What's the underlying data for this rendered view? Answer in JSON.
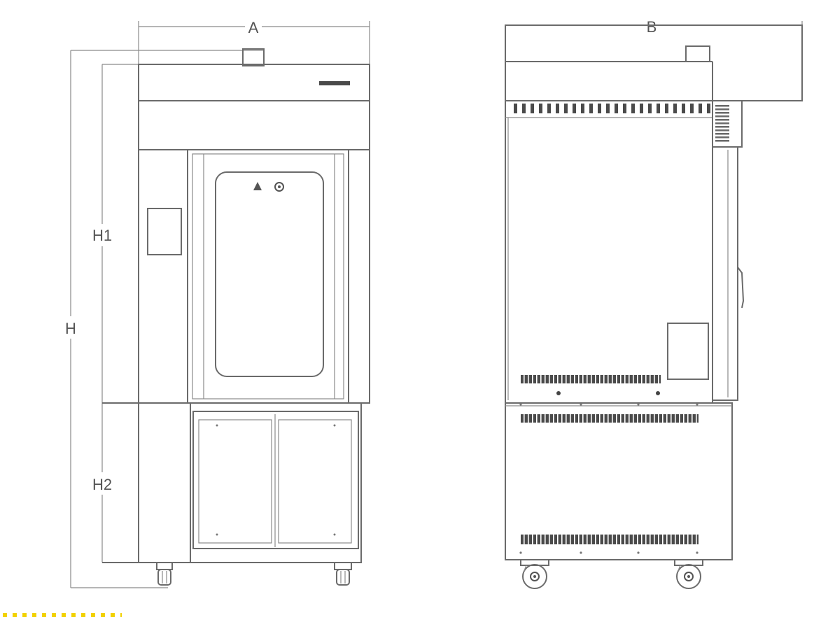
{
  "dimensions": {
    "width_front": "A",
    "width_side": "B",
    "height_total": "H",
    "height_upper": "H1",
    "height_lower": "H2"
  },
  "symbols": {
    "warning": "warning-triangle-icon",
    "info": "info-circle-icon"
  },
  "colors": {
    "line": "#6b6b6b",
    "vent": "#4a4a4a",
    "accent": "#f2d200"
  }
}
